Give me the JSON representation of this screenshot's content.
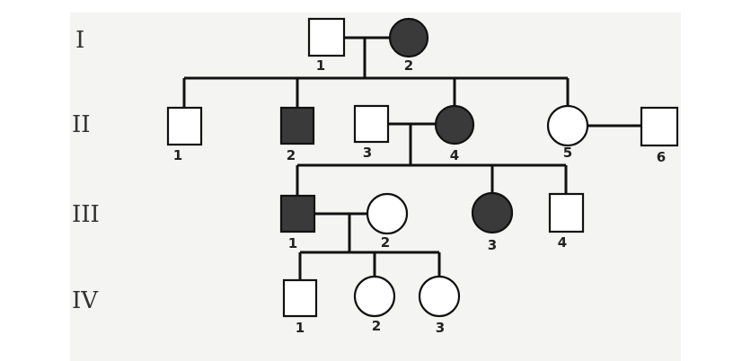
{
  "generations": [
    {
      "label": "I",
      "individuals": [
        {
          "number": "1",
          "sex": "male",
          "affected": false
        },
        {
          "number": "2",
          "sex": "female",
          "affected": true
        }
      ]
    },
    {
      "label": "II",
      "individuals": [
        {
          "number": "1",
          "sex": "male",
          "affected": false
        },
        {
          "number": "2",
          "sex": "male",
          "affected": true
        },
        {
          "number": "3",
          "sex": "male",
          "affected": false
        },
        {
          "number": "4",
          "sex": "female",
          "affected": true
        },
        {
          "number": "5",
          "sex": "female",
          "affected": false
        },
        {
          "number": "6",
          "sex": "male",
          "affected": false
        }
      ]
    },
    {
      "label": "III",
      "individuals": [
        {
          "number": "1",
          "sex": "male",
          "affected": true
        },
        {
          "number": "2",
          "sex": "female",
          "affected": false
        },
        {
          "number": "3",
          "sex": "female",
          "affected": true
        },
        {
          "number": "4",
          "sex": "male",
          "affected": false
        }
      ]
    },
    {
      "label": "IV",
      "individuals": [
        {
          "number": "1",
          "sex": "male",
          "affected": false
        },
        {
          "number": "2",
          "sex": "female",
          "affected": false
        },
        {
          "number": "3",
          "sex": "female",
          "affected": false
        }
      ]
    }
  ],
  "colors": {
    "affected_fill": "#3a3a3a",
    "unaffected_fill": "#ffffff",
    "line": "#111111"
  }
}
